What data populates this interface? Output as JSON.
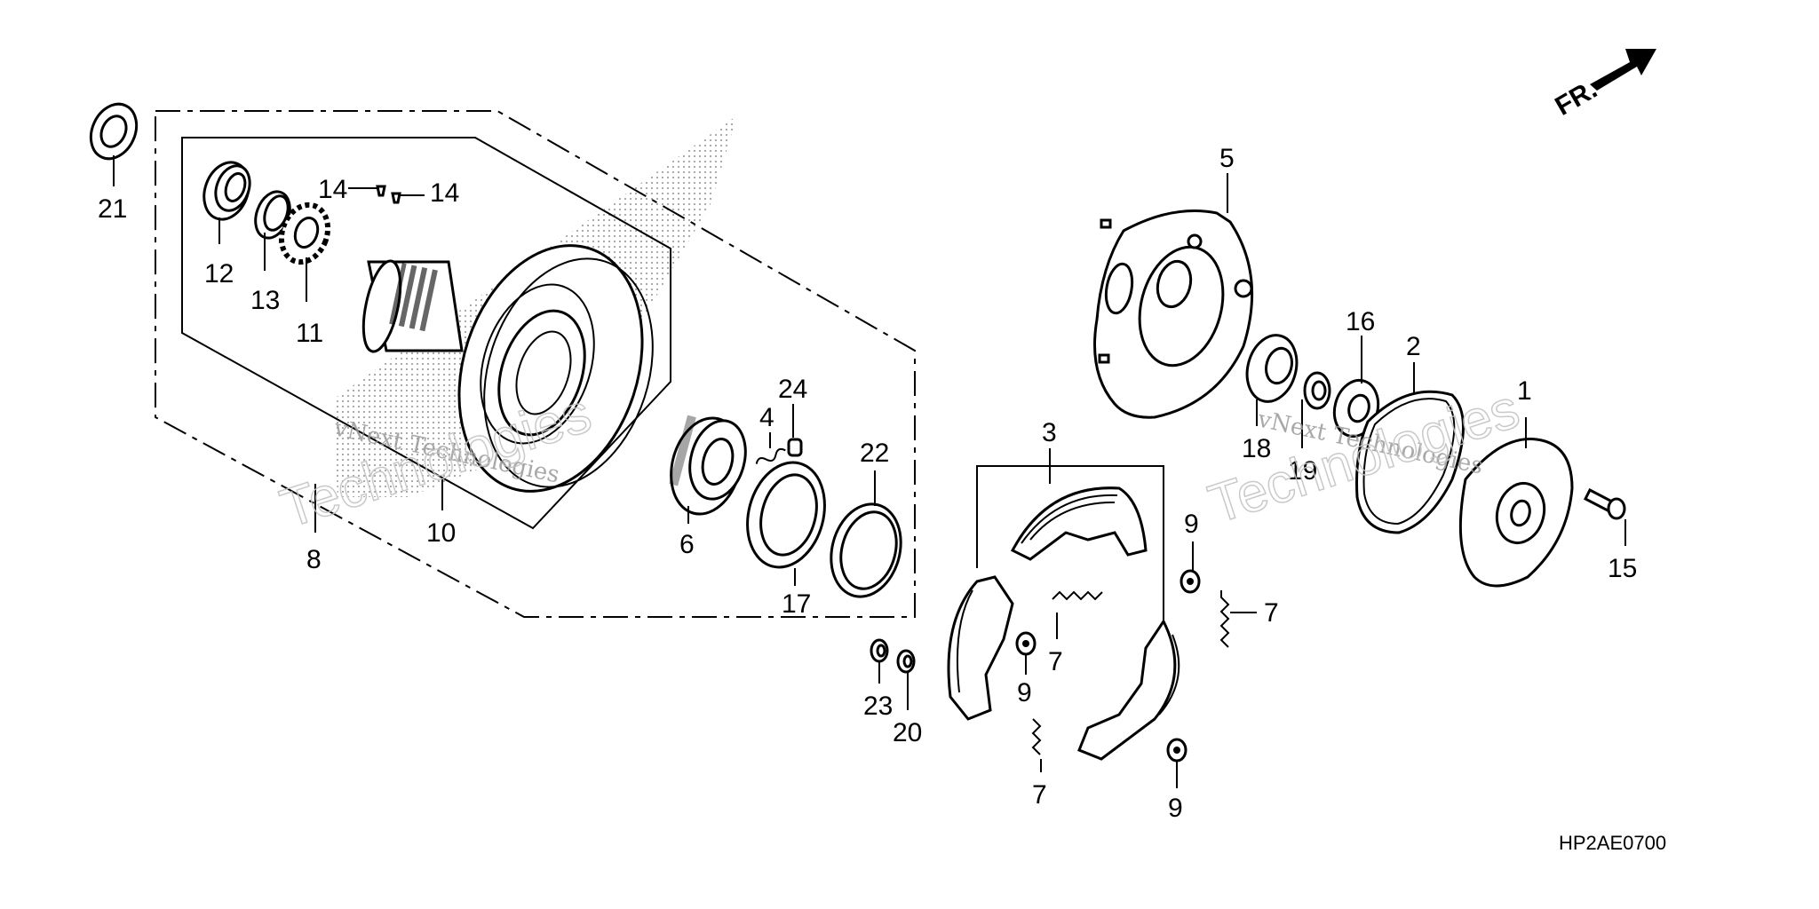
{
  "diagram_code": "HP2AE0700",
  "direction_label": "FR.",
  "watermark": {
    "line1": "vNext Technologies",
    "line2": "Technologies"
  },
  "callouts": [
    "1",
    "2",
    "3",
    "4",
    "5",
    "6",
    "7",
    "8",
    "9",
    "10",
    "11",
    "12",
    "13",
    "14",
    "15",
    "16",
    "17",
    "18",
    "19",
    "20",
    "21",
    "22",
    "23",
    "24"
  ]
}
